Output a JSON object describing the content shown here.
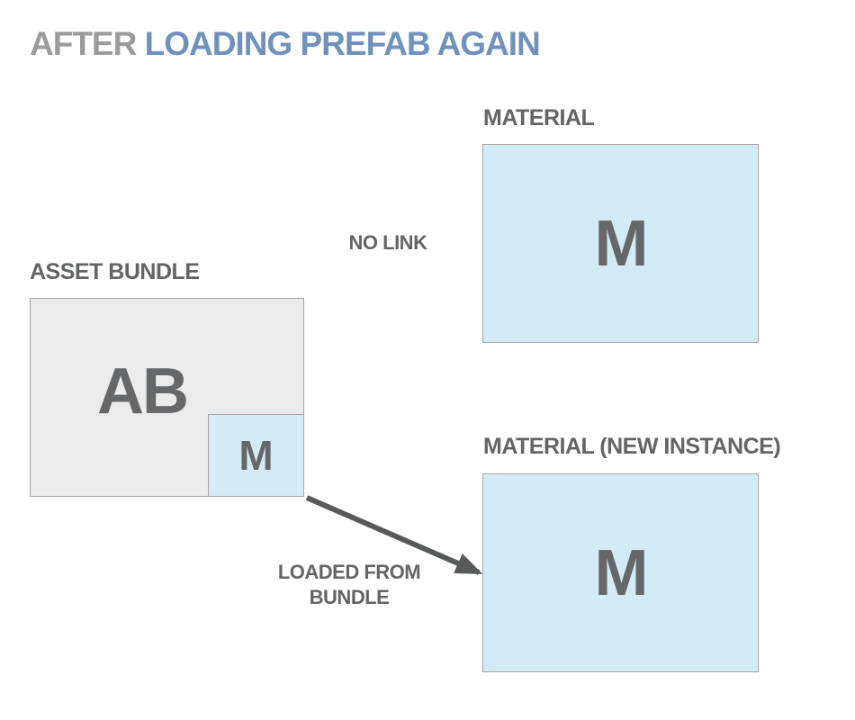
{
  "title": {
    "muted": "AFTER",
    "accent": "LOADING PREFAB AGAIN"
  },
  "colors": {
    "title-muted": "#9b9b9b",
    "accent": "#7191bd",
    "label": "#636466",
    "letter": "#666769",
    "box-blue-fill": "#d3ebf7",
    "box-gray-fill": "#ebebeb",
    "box-border": "#a6a6a6",
    "arrow": "#58595b"
  },
  "material": {
    "label": "MATERIAL",
    "letter": "M"
  },
  "asset_bundle": {
    "label": "ASSET BUNDLE",
    "letter": "AB",
    "embedded_material": {
      "letter": "M"
    }
  },
  "material_new_instance": {
    "label": "MATERIAL (NEW INSTANCE)",
    "letter": "M"
  },
  "annotations": {
    "no_link": "NO LINK",
    "loaded_from_bundle": "LOADED FROM BUNDLE"
  }
}
